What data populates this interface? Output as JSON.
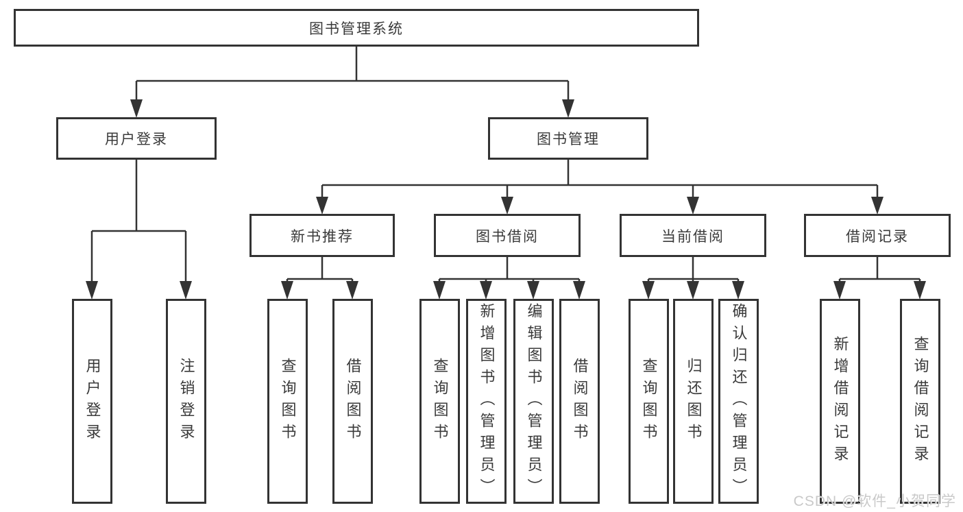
{
  "diagram_type": "hierarchy-tree",
  "colors": {
    "line": "#333333",
    "border": "#333333",
    "text": "#3a3a3a",
    "background": "#ffffff",
    "watermark": "#c9c9c9"
  },
  "watermark": {
    "text": "CSDN @软件_小贺同学"
  },
  "tree": {
    "root": {
      "label": "图书管理系统",
      "children": [
        {
          "label": "用户登录",
          "children": [
            {
              "label": "用户登录"
            },
            {
              "label": "注销登录"
            }
          ]
        },
        {
          "label": "图书管理",
          "children": [
            {
              "label": "新书推荐",
              "children": [
                {
                  "label": "查询图书"
                },
                {
                  "label": "借阅图书"
                }
              ]
            },
            {
              "label": "图书借阅",
              "children": [
                {
                  "label": "查询图书"
                },
                {
                  "label": "新增图书（管理员）"
                },
                {
                  "label": "编辑图书（管理员）"
                },
                {
                  "label": "借阅图书"
                }
              ]
            },
            {
              "label": "当前借阅",
              "children": [
                {
                  "label": "查询图书"
                },
                {
                  "label": "归还图书"
                },
                {
                  "label": "确认归还（管理员）"
                }
              ]
            },
            {
              "label": "借阅记录",
              "children": [
                {
                  "label": "新增借阅记录"
                },
                {
                  "label": "查询借阅记录"
                }
              ]
            }
          ]
        }
      ]
    }
  }
}
